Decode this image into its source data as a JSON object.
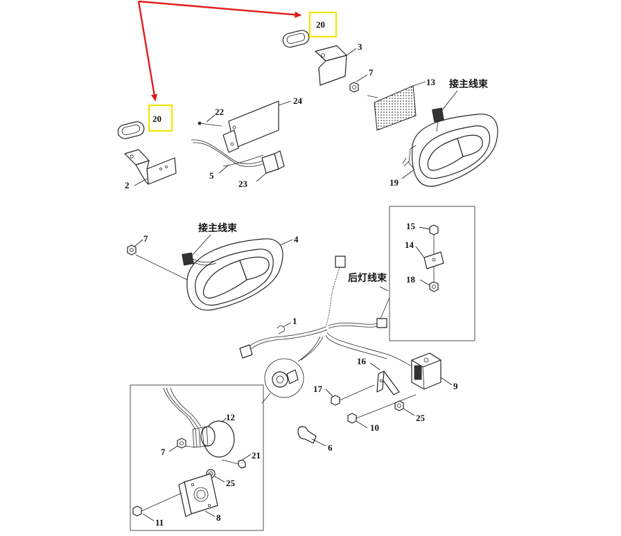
{
  "title": "Exploded parts diagram - tail light assembly",
  "callouts": {
    "c20a": "20",
    "c20b": "20",
    "c3": "3",
    "c7a": "7",
    "c13": "13",
    "c22": "22",
    "c24": "24",
    "c2": "2",
    "c5": "5",
    "c23": "23",
    "c19": "19",
    "c7b": "7",
    "c4": "4",
    "c15": "15",
    "c14": "14",
    "c18": "18",
    "c1": "1",
    "c16": "16",
    "c9": "9",
    "c17": "17",
    "c10": "10",
    "c25a": "25",
    "c6": "6",
    "c12": "12",
    "c7c": "7",
    "c21": "21",
    "c25b": "25",
    "c11": "11",
    "c8": "8"
  },
  "annotations": {
    "main_harness_1": "接主线束",
    "main_harness_2": "接主线束",
    "rear_harness": "后灯线束"
  },
  "colors": {
    "highlight": "#f2e600",
    "arrow": "#e21b1b",
    "line": "#222222"
  }
}
